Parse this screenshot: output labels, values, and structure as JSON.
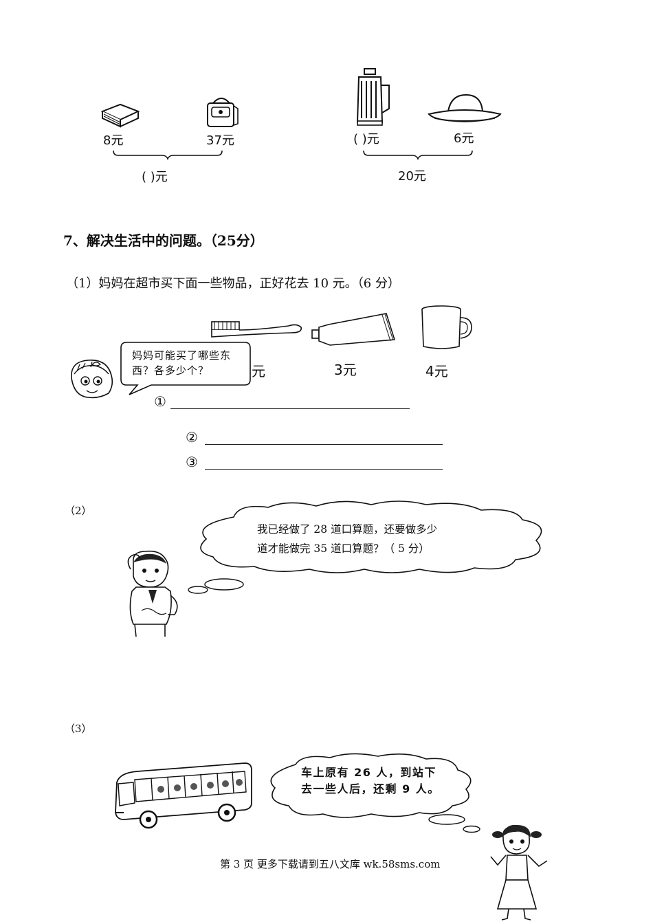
{
  "top_pictures": {
    "left_group": {
      "item1_price": "8元",
      "item2_price": "37元",
      "total": "(      )元"
    },
    "right_group": {
      "item1_price": "(    )元",
      "item2_price": "6元",
      "total": "20元"
    }
  },
  "section": {
    "title": "7、解决生活中的问题。（25分）"
  },
  "q1": {
    "label": "（1）妈妈在超市买下面一些物品，正好花去 10 元。（6 分）",
    "bubble": "妈妈可能买了哪些东西？各多少个？",
    "price_partial": "元",
    "price_toothpaste": "3元",
    "price_cup": "4元",
    "answers": [
      "①",
      "②",
      "③"
    ]
  },
  "q2": {
    "label": "（2）",
    "bubble_line1": "我已经做了 28 道口算题，还要做多少",
    "bubble_line2": "道才能做完 35 道口算题？（ 5 分）"
  },
  "q3": {
    "label": "（3）",
    "bubble": "车上原有 26 人，到站下去一些人后，还剩 9 人。"
  },
  "footer": {
    "text": "第 3 页 更多下载请到五八文库 wk.58sms.com"
  }
}
